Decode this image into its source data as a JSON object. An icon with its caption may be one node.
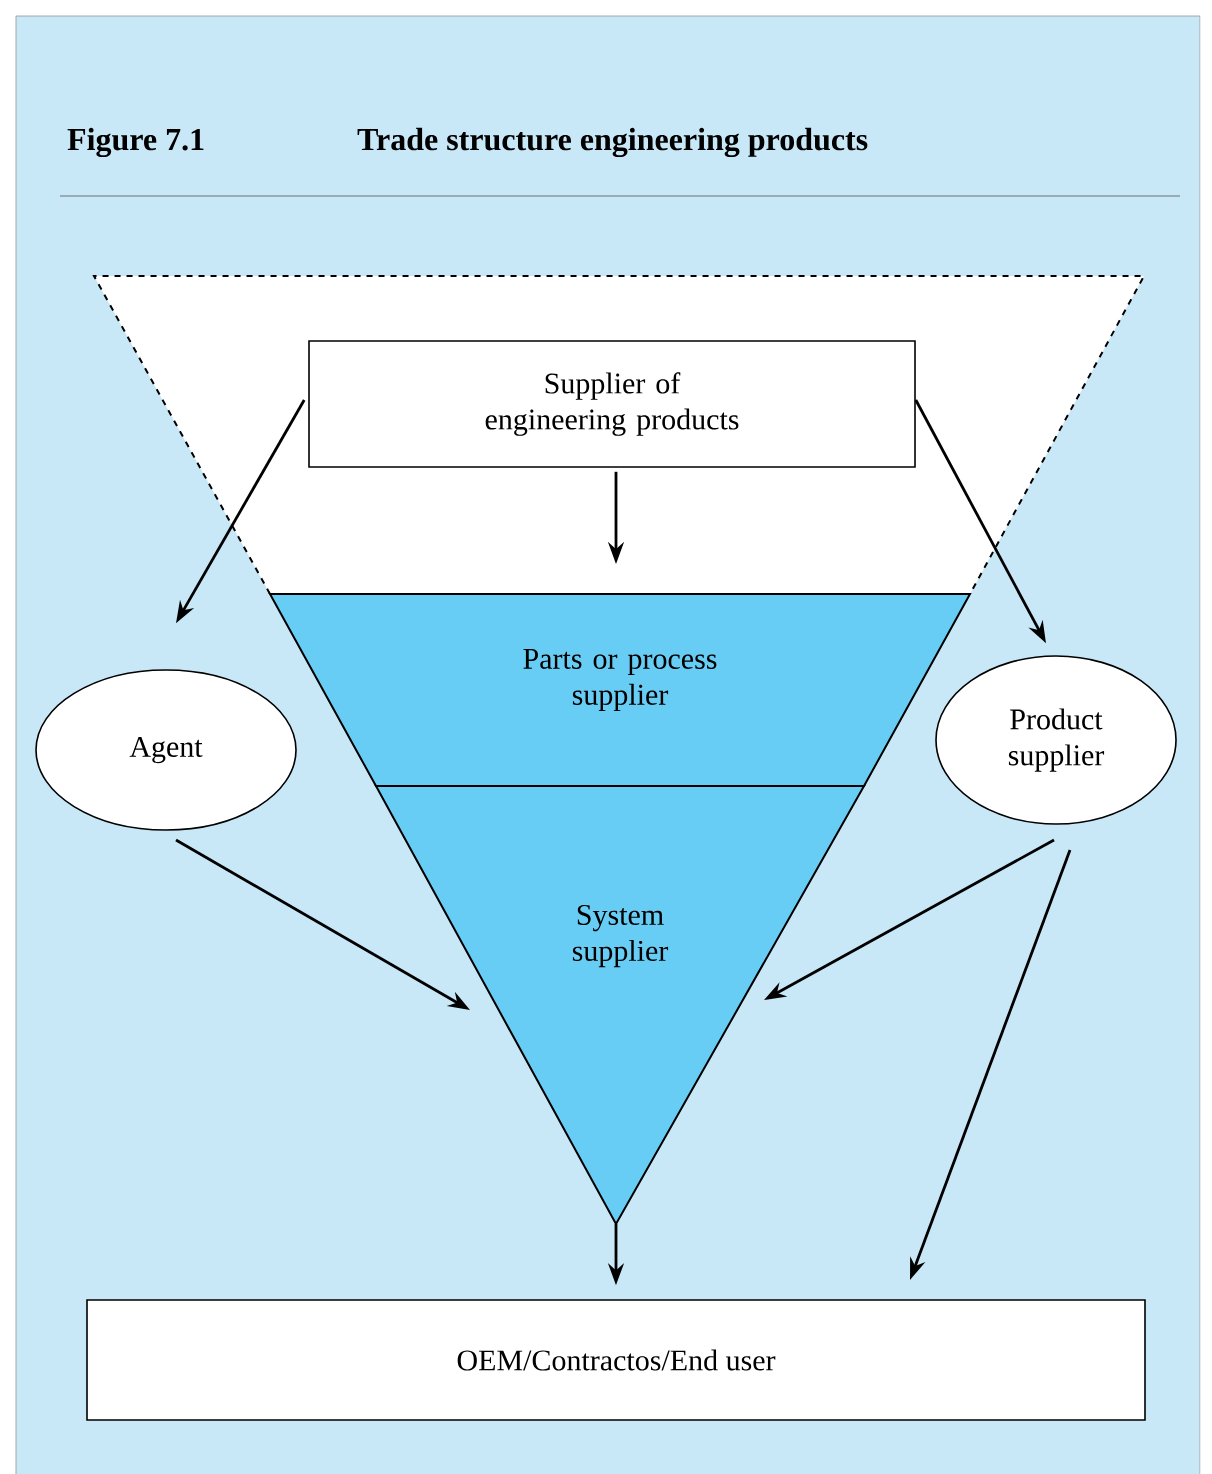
{
  "diagram": {
    "title": "Trade structure engineering  products",
    "nodes": [
      {
        "text": [
          "Supplier of engineering products"
        ]
      },
      {
        "text": [
          "Parts or process supplier"
        ]
      },
      {
        "text": [
          "System supplier"
        ]
      },
      {
        "text": [
          "Agent"
        ]
      },
      {
        "text": [
          "Product supplier"
        ]
      },
      {
        "text": [
          "OEM/Contractos/End user"
        ]
      }
    ],
    "edges": [
      {
        "from": 0,
        "to": 3,
        "arrow": "to"
      },
      {
        "from": 0,
        "to": 1,
        "arrow": "to"
      },
      {
        "from": 0,
        "to": 4,
        "arrow": "to"
      },
      {
        "from": 3,
        "to": 2,
        "arrow": "to"
      },
      {
        "from": 4,
        "to": 2,
        "arrow": "to"
      },
      {
        "from": 4,
        "to": 5,
        "arrow": "to"
      },
      {
        "from": 2,
        "to": 5,
        "arrow": "to"
      }
    ],
    "labels": [
      "Figure 7.1"
    ]
  }
}
